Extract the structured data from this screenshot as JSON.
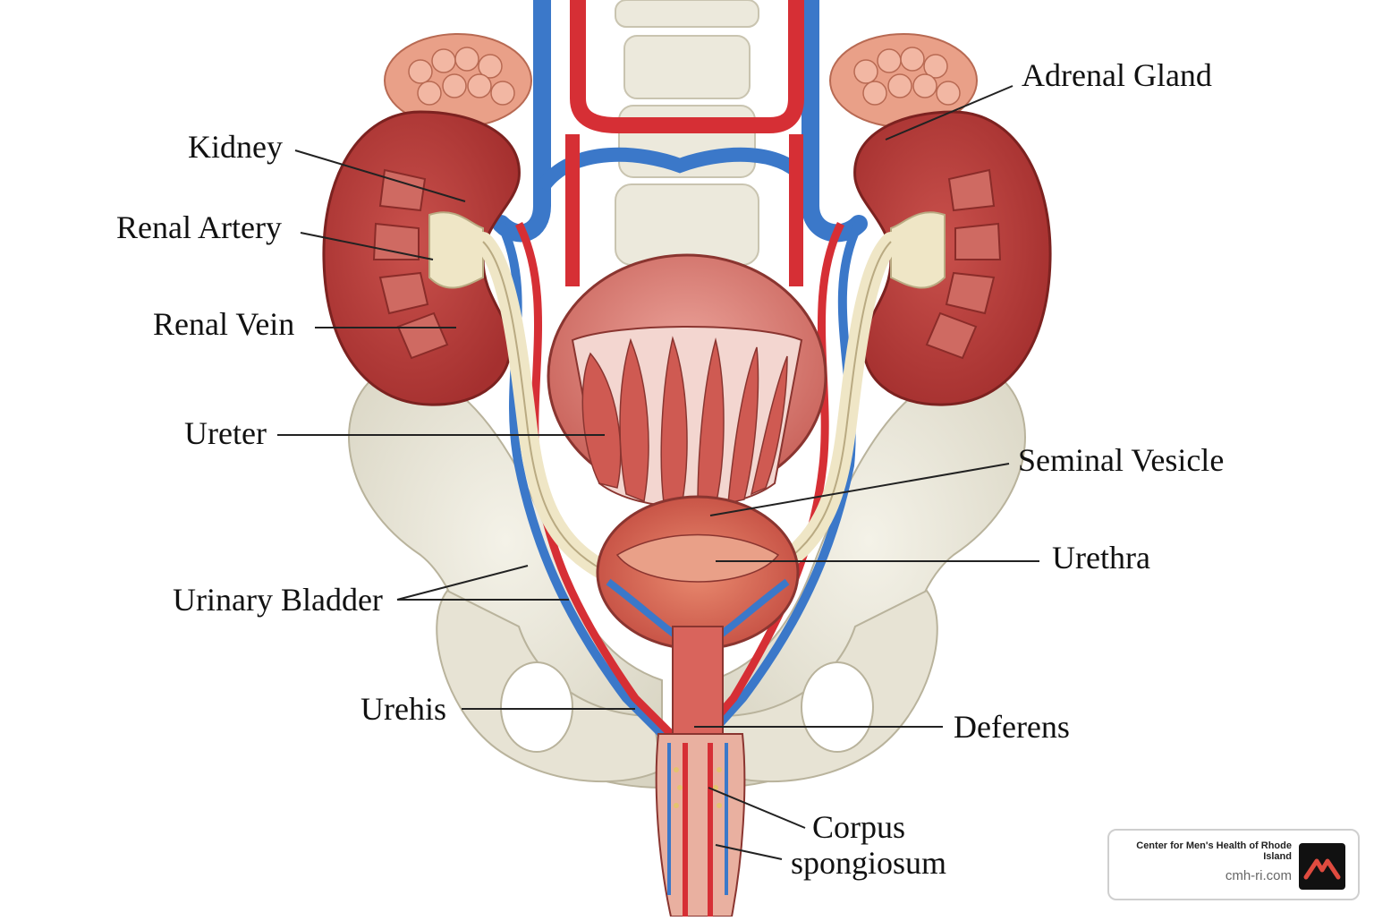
{
  "labels": {
    "kidney": "Kidney",
    "renal_artery": "Renal Artery",
    "renal_vein": "Renal Vein",
    "ureter": "Ureter",
    "urinary_bladder": "Urinary Bladder",
    "urehis": "Urehis",
    "adrenal_gland": "Adrenal Gland",
    "seminal_vesicle": "Seminal Vesicle",
    "urethra": "Urethra",
    "deferens": "Deferens",
    "corpus": "Corpus",
    "spongiosum": "spongiosum"
  },
  "credit": {
    "name": "Center for Men's Health of Rhode Island",
    "url": "cmh-ri.com"
  },
  "colors": {
    "artery": "#d62f35",
    "vein": "#3b78c9",
    "kidney": "#b93a38",
    "bone": "#e9e6d9",
    "adrenal": "#e9a088",
    "ureter": "#efe6c6",
    "bladder": "#d9645c"
  }
}
